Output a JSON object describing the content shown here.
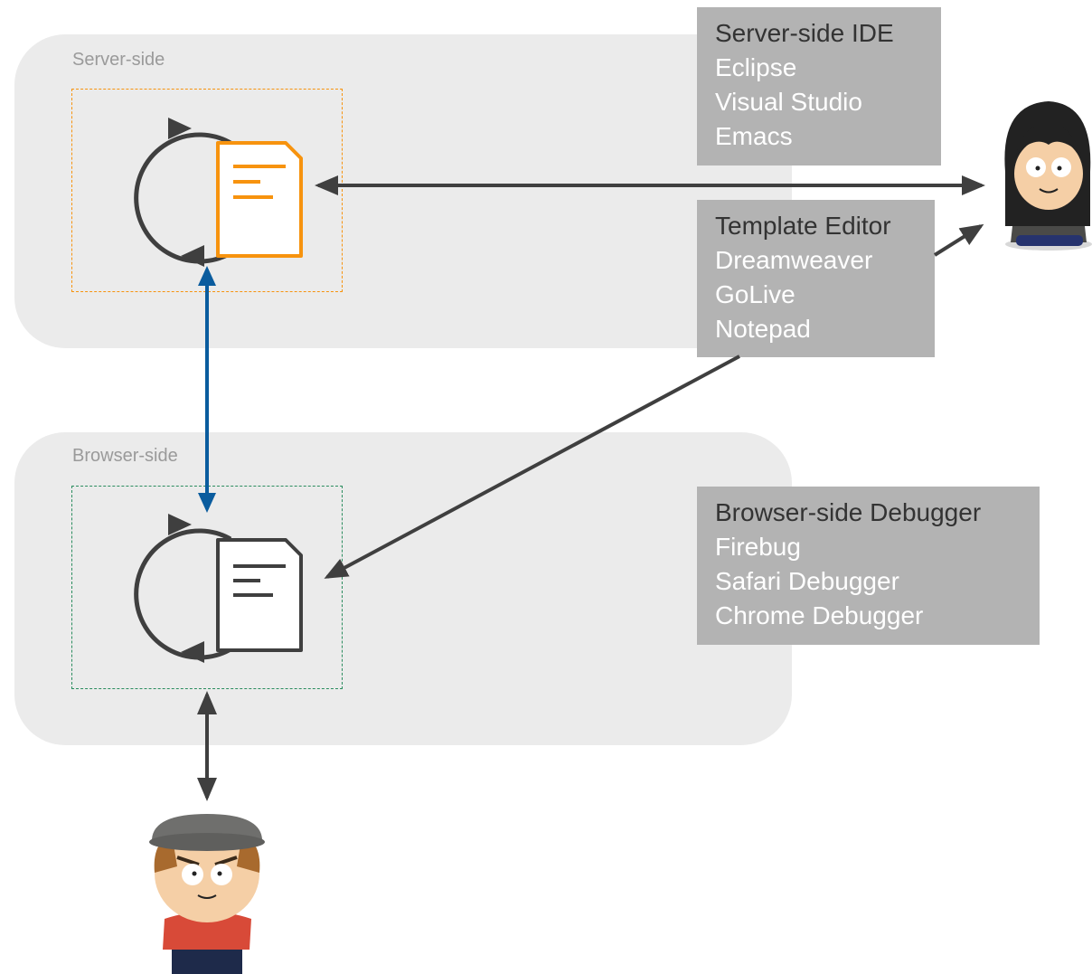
{
  "regions": {
    "server_label": "Server-side",
    "browser_label": "Browser-side"
  },
  "toolboxes": {
    "server_ide": {
      "title": "Server-side IDE",
      "items": [
        "Eclipse",
        "Visual Studio",
        "Emacs"
      ]
    },
    "template_editor": {
      "title": "Template Editor",
      "items": [
        "Dreamweaver",
        "GoLive",
        "Notepad"
      ]
    },
    "browser_debugger": {
      "title": "Browser-side Debugger",
      "items": [
        "Firebug",
        "Safari Debugger",
        "Chrome Debugger"
      ]
    }
  },
  "colors": {
    "region_bg": "#ebebeb",
    "toolbox_bg": "#b3b3b3",
    "server_accent": "#f7930e",
    "browser_accent": "#2a8c5e",
    "sync_arrow": "#0a5c9e",
    "arrow": "#3f3f3f"
  },
  "icons": {
    "server_cycle": "refresh-cycle-icon",
    "server_doc": "template-document-icon",
    "browser_cycle": "refresh-cycle-icon",
    "browser_doc": "html-document-icon",
    "developer": "developer-avatar",
    "user": "user-avatar"
  }
}
